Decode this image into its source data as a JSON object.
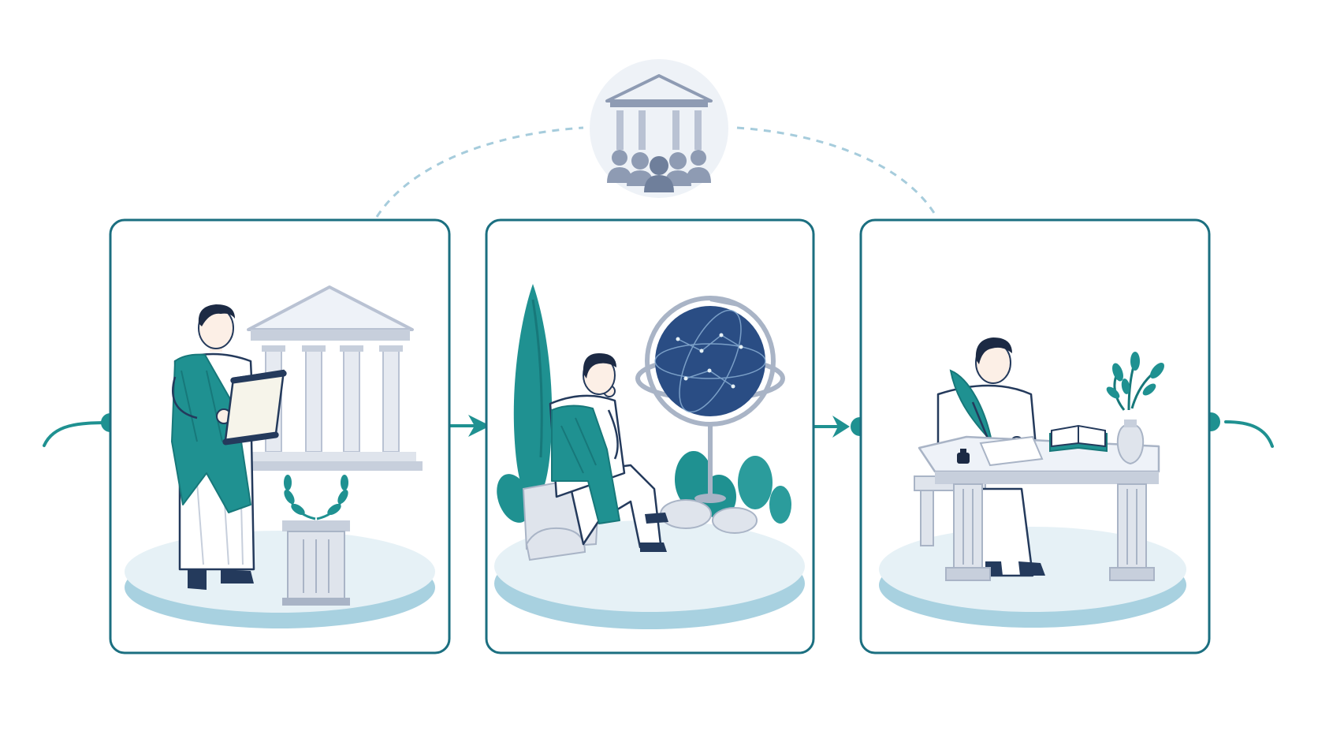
{
  "colors": {
    "teal": "#1f9191",
    "teal_dark": "#17787a",
    "frame": "#1b6f80",
    "navy": "#243a5c",
    "stone": "#d5dbe6",
    "stone_dark": "#a9b4c6",
    "platform": "#e6f1f6",
    "platform_edge": "#a8d1e0",
    "dashed": "#a6ccdc",
    "skin": "#fcefe6",
    "hair": "#1c2a44",
    "globe": "#2a4d84",
    "people": "#8e9bb3",
    "badge_bg": "#eef2f7"
  },
  "icons": {
    "center_badge": "temple-with-people-icon",
    "panel_1": "orator-with-scroll-at-temple",
    "panel_2": "thinker-with-celestial-globe",
    "panel_3": "scribe-writing-at-desk"
  },
  "diagram": {
    "steps": [
      {
        "id": "speak"
      },
      {
        "id": "contemplate"
      },
      {
        "id": "write"
      }
    ]
  }
}
